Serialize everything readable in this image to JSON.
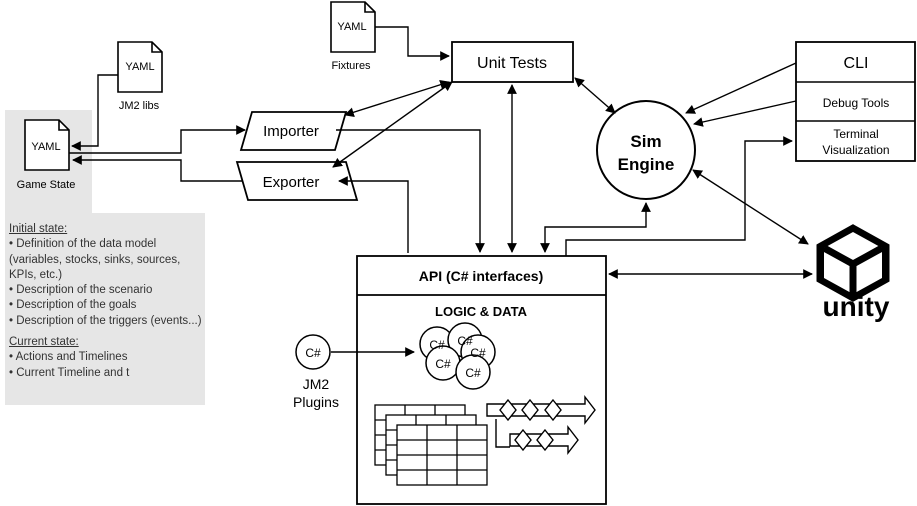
{
  "yaml_files": {
    "fixtures": {
      "label": "YAML",
      "caption": "Fixtures"
    },
    "jm2_libs": {
      "label": "YAML",
      "caption": "JM2 libs"
    },
    "game_state": {
      "label": "YAML",
      "caption": "Game State"
    }
  },
  "boxes": {
    "unit_tests": "Unit Tests",
    "importer": "Importer",
    "exporter": "Exporter",
    "cli": "CLI",
    "debug_tools": "Debug Tools",
    "terminal_vis_line1": "Terminal",
    "terminal_vis_line2": "Visualization",
    "sim_engine_line1": "Sim",
    "sim_engine_line2": "Engine",
    "api": "API (C# interfaces)",
    "logic_data": "LOGIC & DATA",
    "plugin_icon": "C#",
    "plugins_line1": "JM2",
    "plugins_line2": "Plugins",
    "cs_cluster": [
      "C#",
      "C#",
      "C#",
      "C#",
      "C#"
    ],
    "unity_wordmark": "unity"
  },
  "notes": {
    "initial_header": "Initial state:",
    "initial_items": [
      "• Definition of the data model (variables, stocks, sinks, sources, KPIs, etc.)",
      "• Description of the scenario",
      "• Description of the goals",
      "• Description of the triggers (events...)"
    ],
    "current_header": "Current state:",
    "current_items": [
      "• Actions and Timelines",
      "• Current Timeline and t"
    ]
  }
}
